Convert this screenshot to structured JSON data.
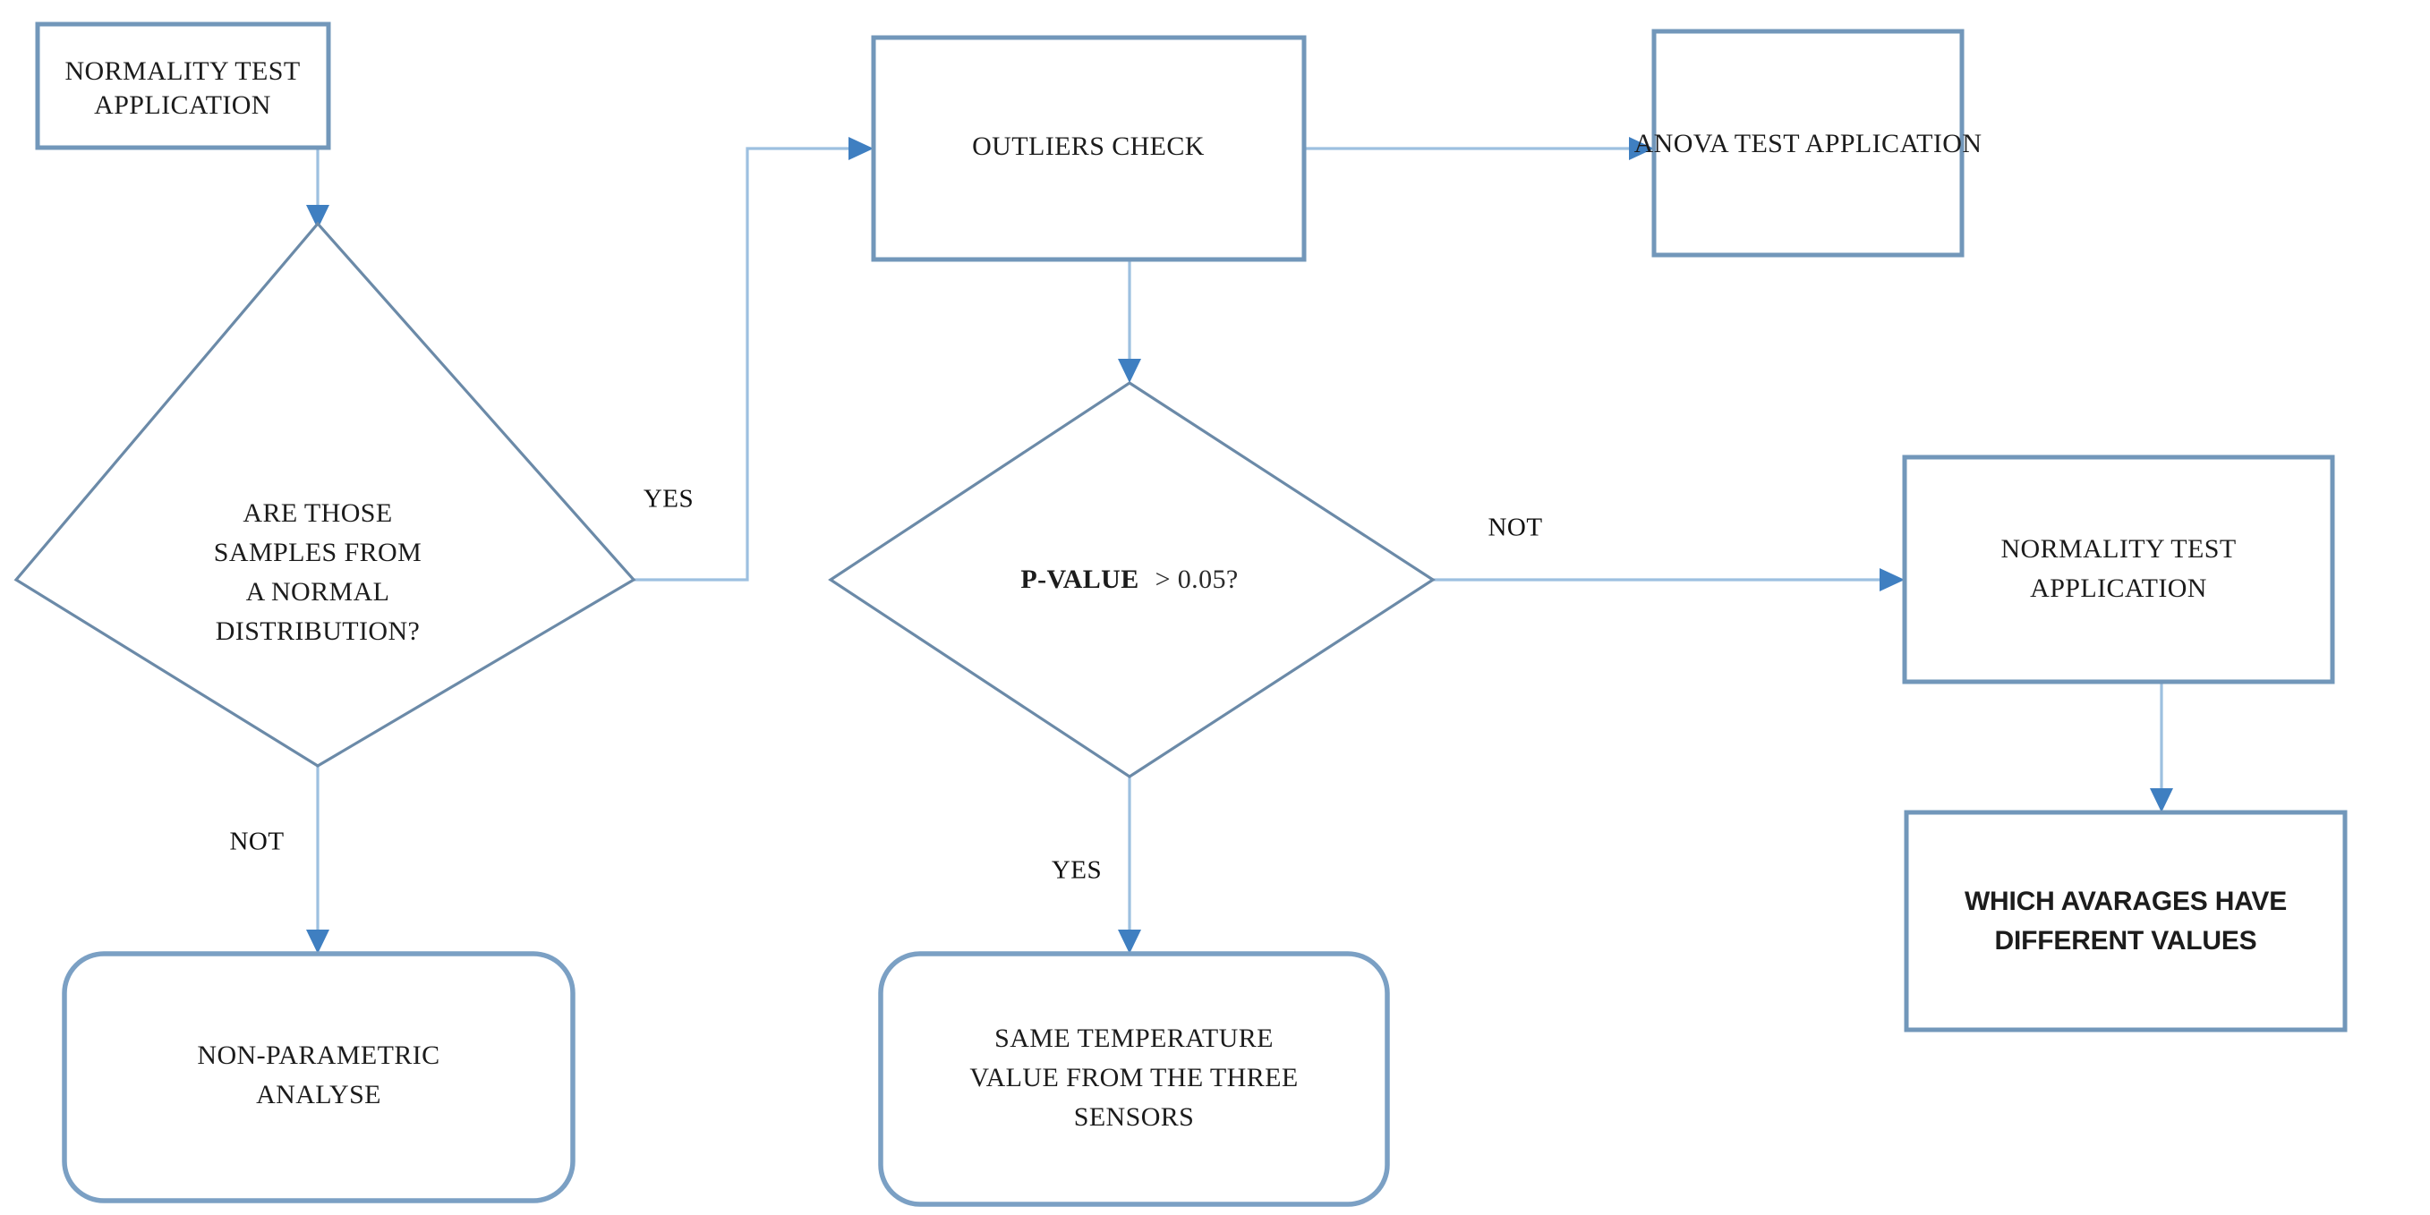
{
  "diagram": {
    "title": "Statistical analysis decision flowchart",
    "background_color": "#ffffff",
    "box_border_color": "#7297ba",
    "diamond_border_color": "#6b8aa8",
    "connector_color": "#9dc0e0",
    "arrowhead_color": "#3f7fc1",
    "text_color": "#1c1c1c"
  },
  "nodes": {
    "normality_test_top": {
      "shape": "rectangle",
      "lines": [
        "NORMALITY TEST",
        "APPLICATION"
      ]
    },
    "normality_question": {
      "shape": "diamond",
      "lines": [
        "ARE THOSE",
        "SAMPLES FROM",
        "A NORMAL",
        "DISTRIBUTION?"
      ]
    },
    "non_parametric": {
      "shape": "rounded-rectangle",
      "lines": [
        "NON-PARAMETRIC",
        "ANALYSE"
      ]
    },
    "outliers_check": {
      "shape": "rectangle",
      "lines": [
        "OUTLIERS CHECK"
      ]
    },
    "pvalue_question": {
      "shape": "diamond",
      "text_strong": "P-VALUE",
      "text_light": "> 0.05?",
      "lines": [
        "P-VALUE > 0.05?"
      ]
    },
    "same_temperature": {
      "shape": "rounded-rectangle",
      "lines": [
        "SAME TEMPERATURE",
        "VALUE FROM THE THREE",
        "SENSORS"
      ]
    },
    "anova_test": {
      "shape": "rectangle",
      "lines": [
        "ANOVA TEST APPLICATION"
      ]
    },
    "normality_test_right": {
      "shape": "rectangle",
      "lines": [
        "NORMALITY TEST",
        "APPLICATION"
      ]
    },
    "which_averages": {
      "shape": "rectangle",
      "font": "sans-serif",
      "lines": [
        "WHICH AVARAGES HAVE",
        "DIFFERENT VALUES"
      ]
    }
  },
  "edge_labels": {
    "normality_yes": "YES",
    "normality_not": "NOT",
    "pvalue_not": "NOT",
    "pvalue_yes": "YES"
  }
}
